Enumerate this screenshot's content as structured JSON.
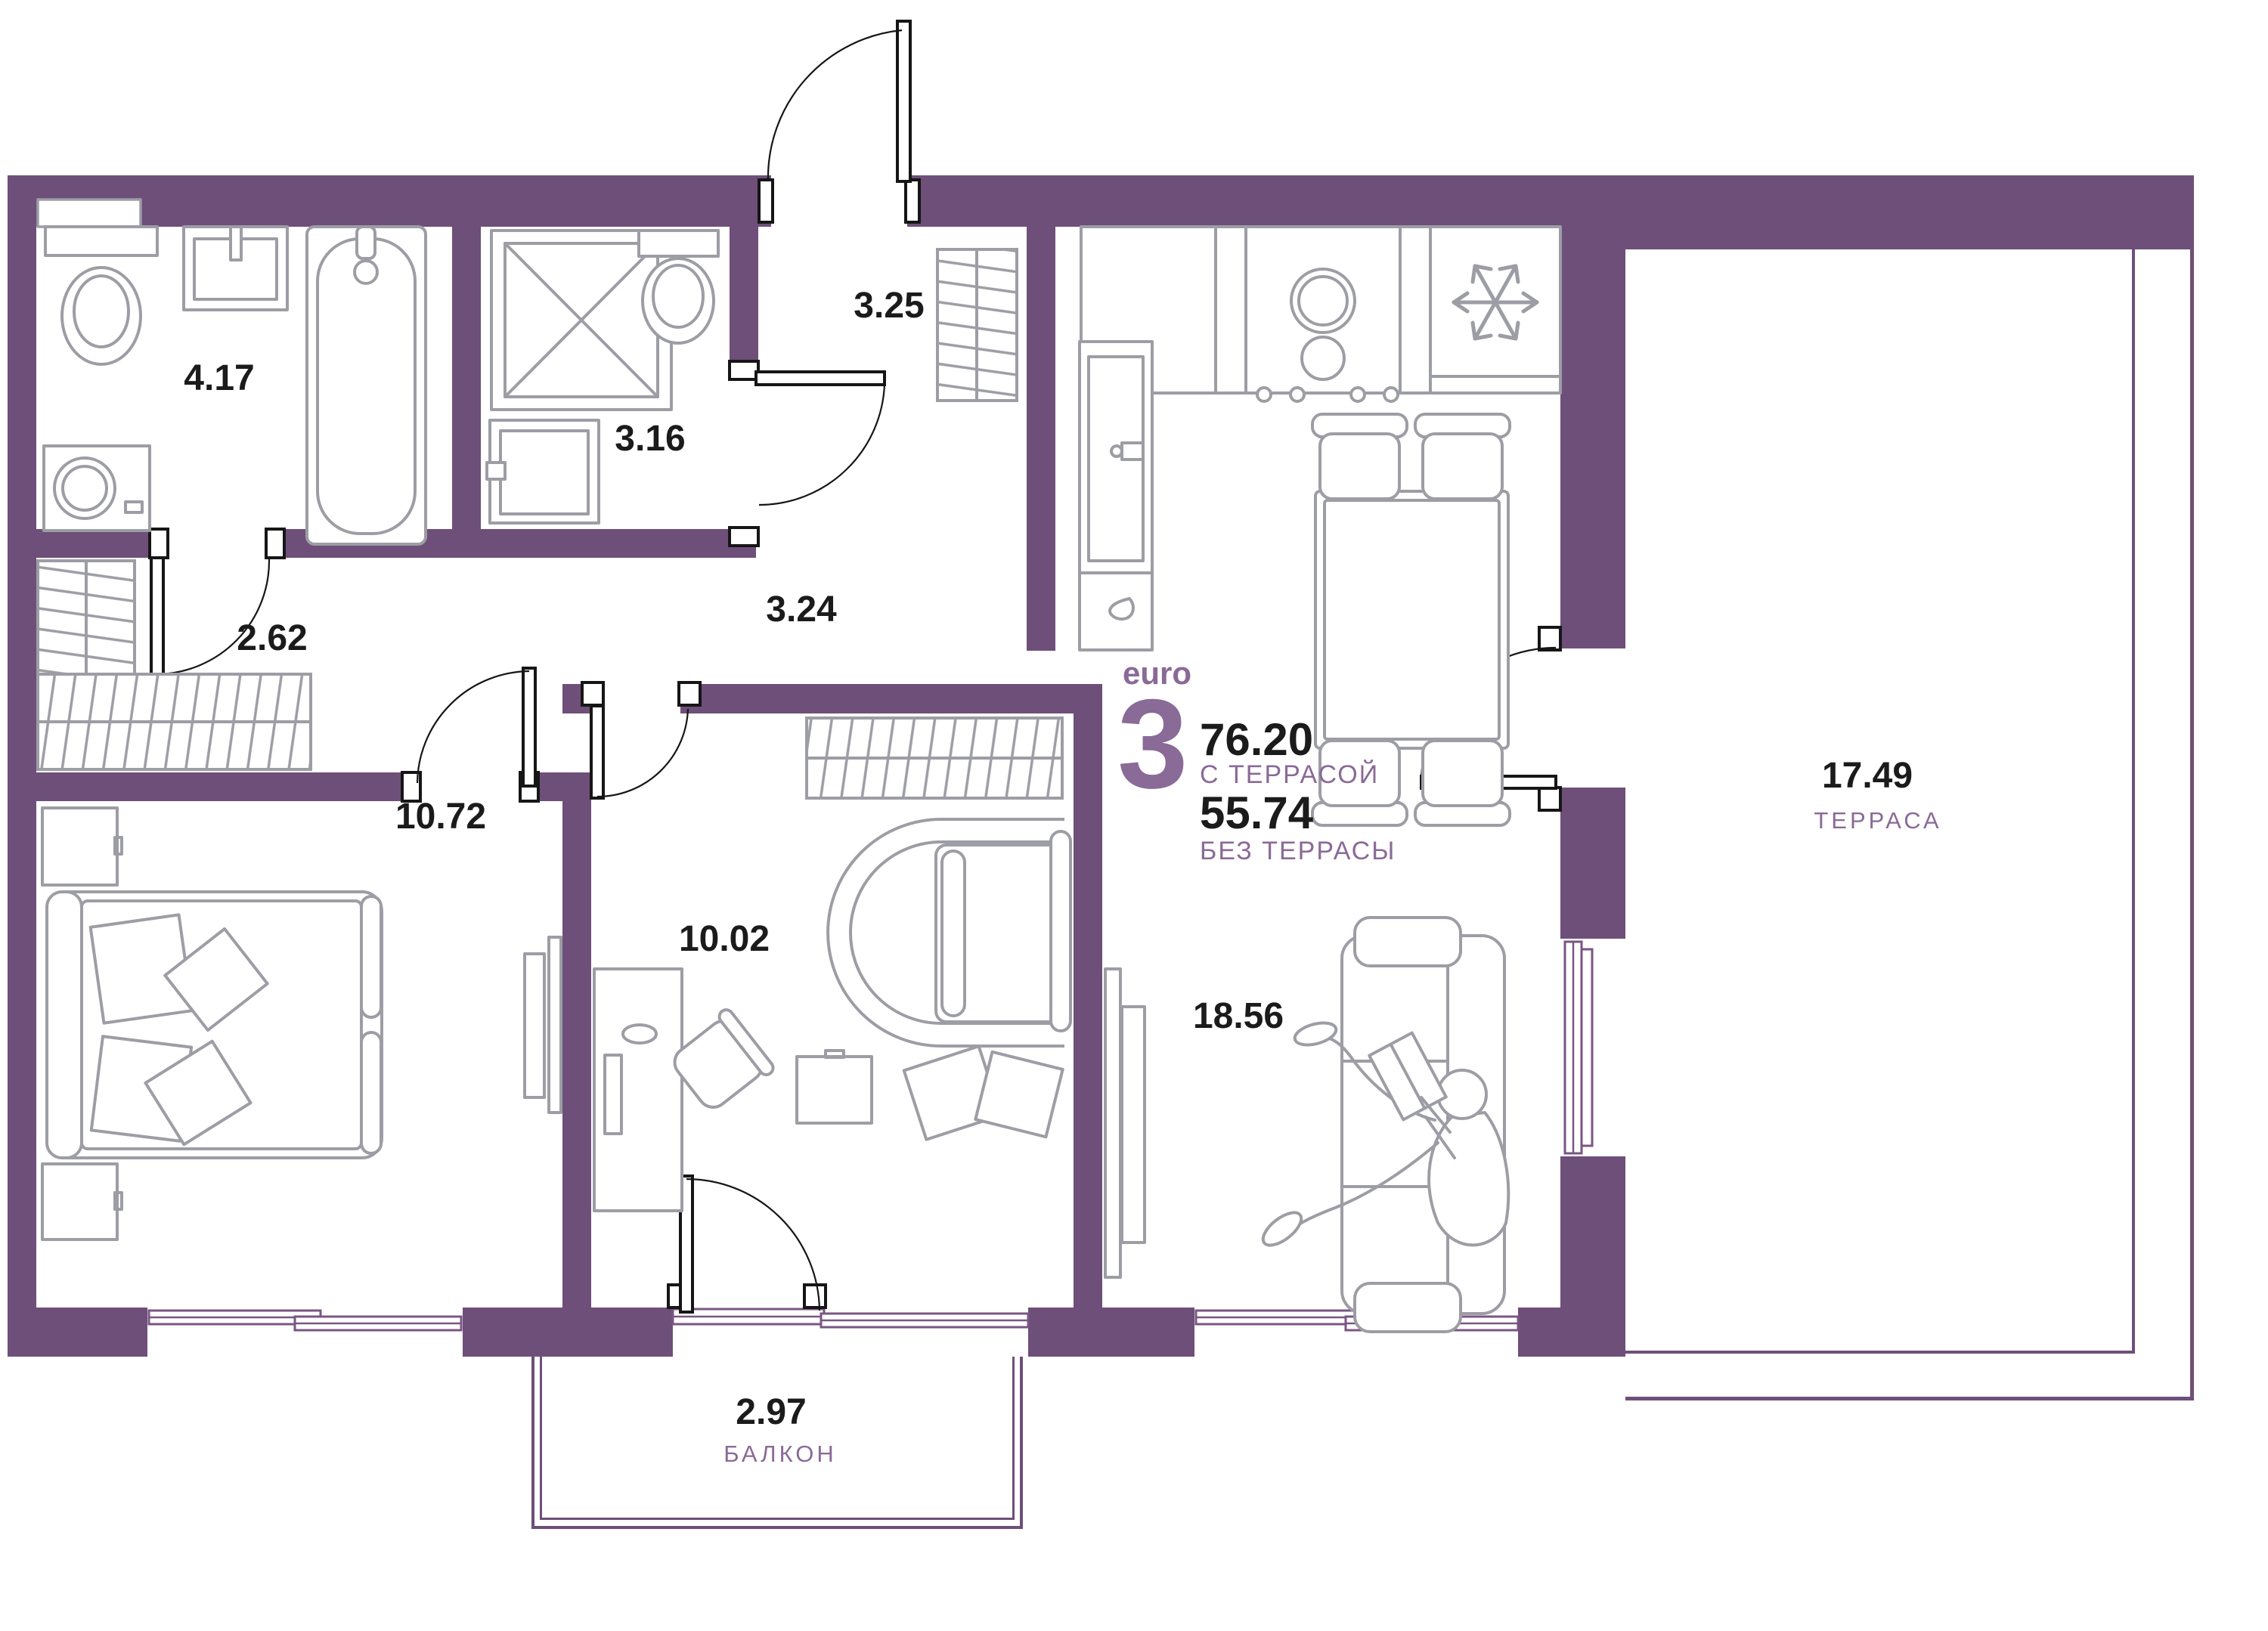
{
  "summary": {
    "plan_type_label": "euro",
    "rooms_count": "3",
    "area_with_terrace": "76.20",
    "with_terrace_label": "С ТЕРРАСОЙ",
    "area_without_terrace": "55.74",
    "without_terrace_label": "БЕЗ ТЕРРАСЫ"
  },
  "rooms": [
    {
      "id": "bathroom",
      "area": "4.17"
    },
    {
      "id": "shower-room",
      "area": "3.16"
    },
    {
      "id": "entry-hall",
      "area": "3.25"
    },
    {
      "id": "corridor",
      "area": "3.24"
    },
    {
      "id": "wardrobe",
      "area": "2.62"
    },
    {
      "id": "bedroom",
      "area": "10.72"
    },
    {
      "id": "child-room",
      "area": "10.02"
    },
    {
      "id": "living-kitchen",
      "area": "18.56"
    },
    {
      "id": "terrace",
      "area": "17.49",
      "name": "ТЕРРАСА"
    },
    {
      "id": "balcony",
      "area": "2.97",
      "name": "БАЛКОН"
    }
  ],
  "icons": {
    "fridge": "snowflake-icon",
    "stove": "two-burner-stove-icon",
    "wardrobe_racks": "clothes-rail-hatch-icon",
    "person": "person-reading-on-sofa-icon"
  },
  "colors": {
    "wall": "#6E4F79",
    "thin_line": "#7A5683",
    "furniture": "#9D9DA5",
    "door_line": "#161616",
    "area_text": "#1b1b1b",
    "name_text": "#8A6A97",
    "background": "#ffffff"
  }
}
